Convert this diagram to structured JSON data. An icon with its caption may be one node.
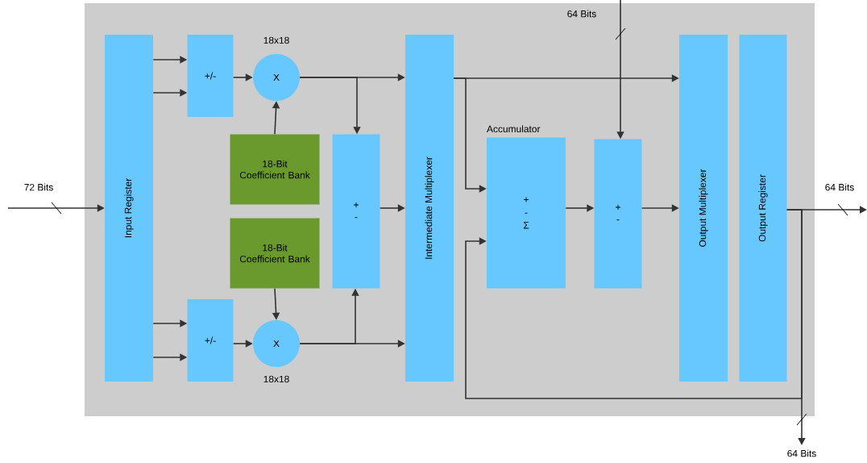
{
  "diagram": {
    "nodes": [
      {
        "text": [],
        "shape": "box"
      },
      {
        "text": [
          "Input Register"
        ],
        "in": 0
      },
      {
        "text": [
          "+/-"
        ],
        "in": 0
      },
      {
        "text": [
          "X"
        ],
        "beside": [
          "18x18"
        ],
        "in": 0
      },
      {
        "text": [
          "18-Bit Coefficient Bank"
        ],
        "in": 0
      },
      {
        "text": [
          "18-Bit Coefficient Bank"
        ],
        "in": 0
      },
      {
        "text": [
          "+/-"
        ],
        "in": 0
      },
      {
        "text": [
          "X"
        ],
        "beside": [
          "18x18"
        ],
        "in": 0
      },
      {
        "text": [
          "+",
          "-"
        ],
        "in": 0
      },
      {
        "text": [
          "Intermediate Multiplexer"
        ],
        "in": 0
      },
      {
        "text": [
          "Accumulator",
          "+",
          "-",
          "Σ"
        ],
        "in": 0
      },
      {
        "text": [
          "+",
          "-"
        ],
        "in": 0
      },
      {
        "text": [
          "Output Multiplexer"
        ],
        "in": 0
      },
      {
        "text": [
          "Output Register"
        ],
        "in": 0
      }
    ],
    "edges": [
      {
        "from": null,
        "to": 1,
        "arrow": "to",
        "label": "72 Bits"
      },
      {
        "from": 1,
        "to": 2,
        "arrow": "to"
      },
      {
        "from": 1,
        "to": 2,
        "arrow": "to"
      },
      {
        "from": 2,
        "to": 3,
        "arrow": "to"
      },
      {
        "from": 4,
        "to": 3,
        "arrow": "to"
      },
      {
        "from": 3,
        "to": 9,
        "arrow": "to"
      },
      {
        "from": 3,
        "to": 8,
        "arrow": "to"
      },
      {
        "from": 8,
        "to": 9,
        "arrow": "to"
      },
      {
        "from": 1,
        "to": 6,
        "arrow": "to"
      },
      {
        "from": 1,
        "to": 6,
        "arrow": "to"
      },
      {
        "from": 6,
        "to": 7,
        "arrow": "to"
      },
      {
        "from": 5,
        "to": 7,
        "arrow": "to"
      },
      {
        "from": 7,
        "to": 9,
        "arrow": "to"
      },
      {
        "from": 7,
        "to": 8,
        "arrow": "to"
      },
      {
        "from": 9,
        "to": 12,
        "arrow": "to"
      },
      {
        "from": 9,
        "to": 10,
        "arrow": "to"
      },
      {
        "from": 10,
        "to": 11,
        "arrow": "to"
      },
      {
        "from": 11,
        "to": 12,
        "arrow": "to"
      },
      {
        "from": null,
        "to": 11,
        "arrow": "to",
        "label": "64 Bits"
      },
      {
        "from": 13,
        "to": null,
        "arrow": "to",
        "label": "64 Bits"
      },
      {
        "from": 13,
        "to": 10,
        "arrow": "to"
      },
      {
        "from": 13,
        "to": null,
        "arrow": "to",
        "label": "64 Bits"
      }
    ]
  }
}
